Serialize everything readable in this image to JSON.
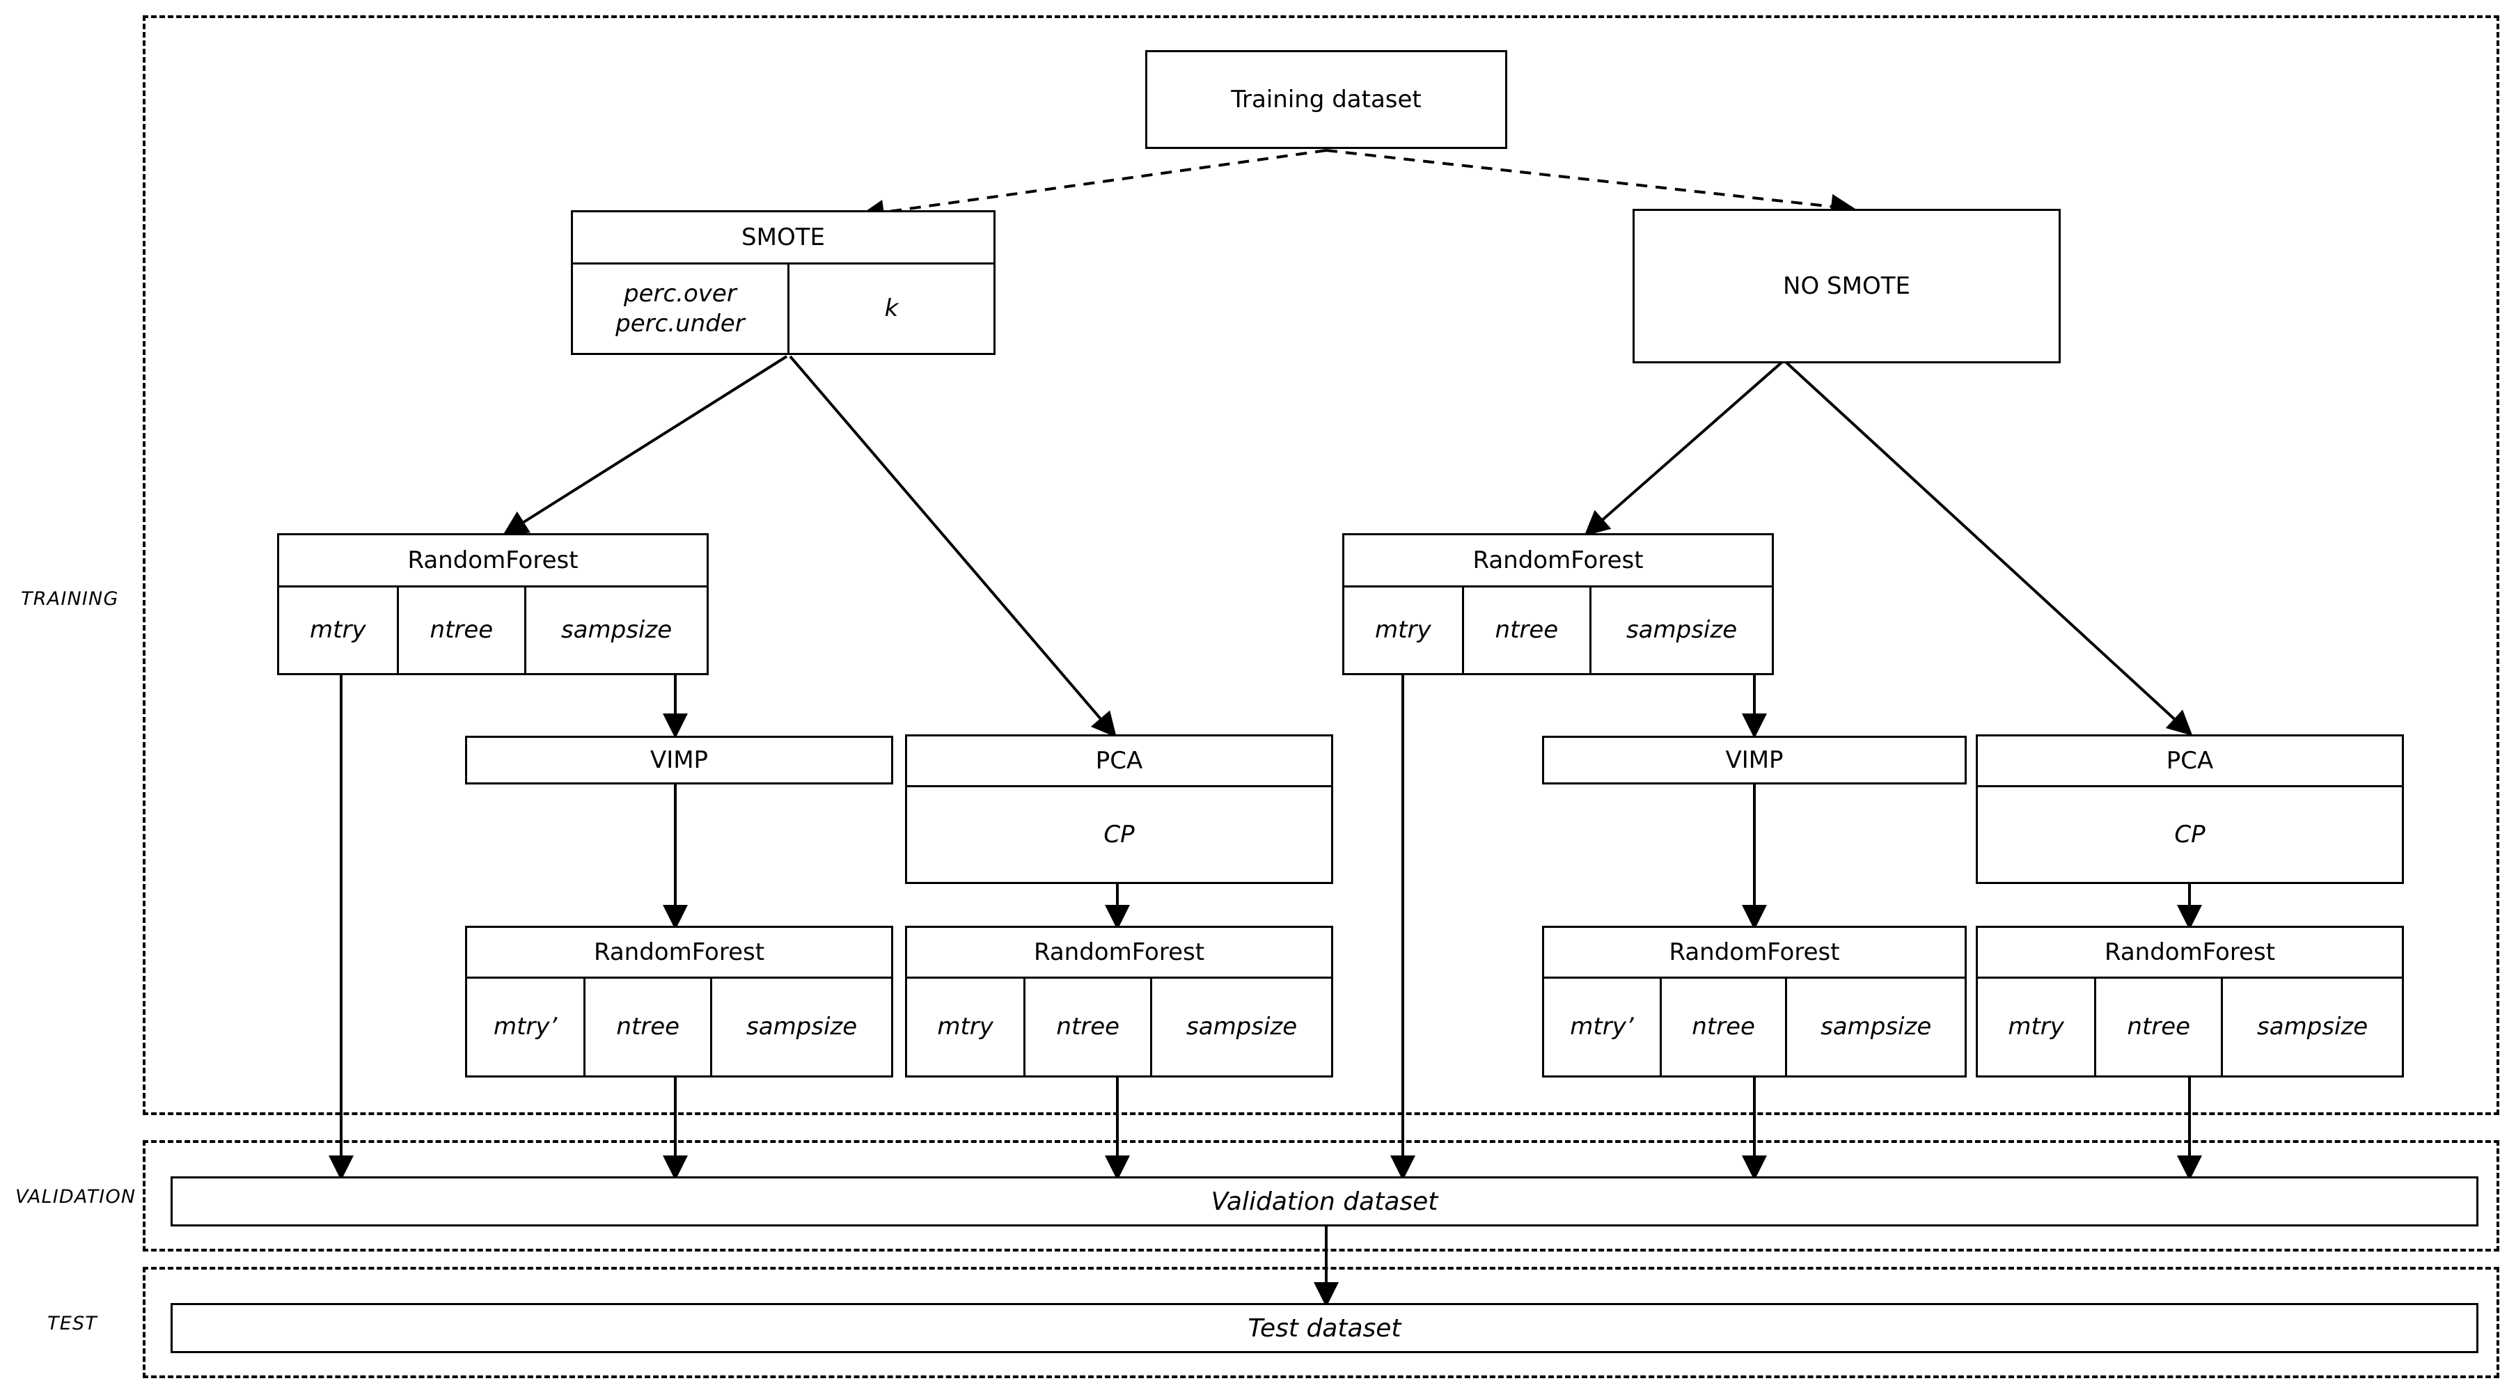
{
  "diagram": {
    "title_node": {
      "label": "Training dataset"
    },
    "lanes": [
      {
        "id": "training",
        "label": "TRAINING"
      },
      {
        "id": "validation",
        "label": "VALIDATION"
      },
      {
        "id": "test",
        "label": "TEST"
      }
    ],
    "branches": {
      "smote": {
        "title": "SMOTE",
        "params": [
          "perc.over\nperc.under",
          "k"
        ]
      },
      "no_smote": {
        "title": "NO SMOTE"
      }
    },
    "random_forest_label": "RandomForest",
    "vimp_label": "VIMP",
    "pca": {
      "title": "PCA",
      "params": [
        "CP"
      ]
    },
    "rf_nodes": [
      {
        "id": "rf-smote-base",
        "title": "RandomForest",
        "params": [
          "mtry",
          "ntree",
          "sampsize"
        ]
      },
      {
        "id": "rf-smote-vimp",
        "title": "RandomForest",
        "params": [
          "mtry’",
          "ntree",
          "sampsize"
        ]
      },
      {
        "id": "rf-smote-pca",
        "title": "RandomForest",
        "params": [
          "mtry",
          "ntree",
          "sampsize"
        ]
      },
      {
        "id": "rf-nosmote-base",
        "title": "RandomForest",
        "params": [
          "mtry",
          "ntree",
          "sampsize"
        ]
      },
      {
        "id": "rf-nosmote-vimp",
        "title": "RandomForest",
        "params": [
          "mtry’",
          "ntree",
          "sampsize"
        ]
      },
      {
        "id": "rf-nosmote-pca",
        "title": "RandomForest",
        "params": [
          "mtry",
          "ntree",
          "sampsize"
        ]
      }
    ],
    "datasets": {
      "validation": "Validation dataset",
      "test": "Test dataset"
    },
    "colors": {
      "stroke": "#000000",
      "fill": "#ffffff",
      "text": "#000000"
    }
  }
}
